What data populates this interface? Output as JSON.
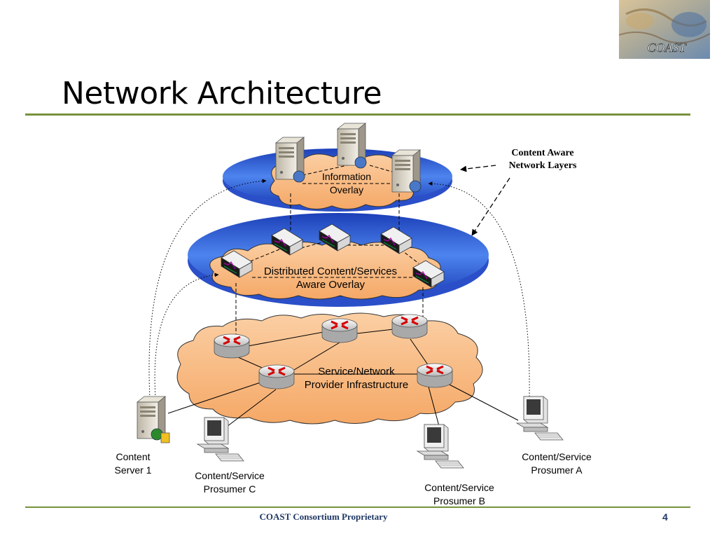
{
  "slide": {
    "title": "Network Architecture",
    "footer": "COAST Consortium Proprietary",
    "page_number": "4",
    "logo_text": "COAST"
  },
  "diagram": {
    "layers": {
      "information_overlay": "Information\nOverlay",
      "distributed_overlay": "Distributed Content/Services\nAware Overlay",
      "infrastructure": "Service/Network\nProvider Infrastructure"
    },
    "annotation": "Content Aware\nNetwork Layers",
    "endpoints": {
      "content_server": "Content\nServer 1",
      "prosumer_c": "Content/Service\nProsumer C",
      "prosumer_b": "Content/Service\nProsumer B",
      "prosumer_a": "Content/Service\nProsumer A"
    }
  },
  "colors": {
    "accent_rule": "#77933c",
    "cloud_fill": "#fac08f",
    "layer_blue": "#3b6fe0",
    "router_red": "#cc0000",
    "footer_text": "#1f3864"
  },
  "icons": [
    "server-icon",
    "router-icon",
    "overlay-node-icon",
    "desktop-computer-icon",
    "globe-icon"
  ]
}
